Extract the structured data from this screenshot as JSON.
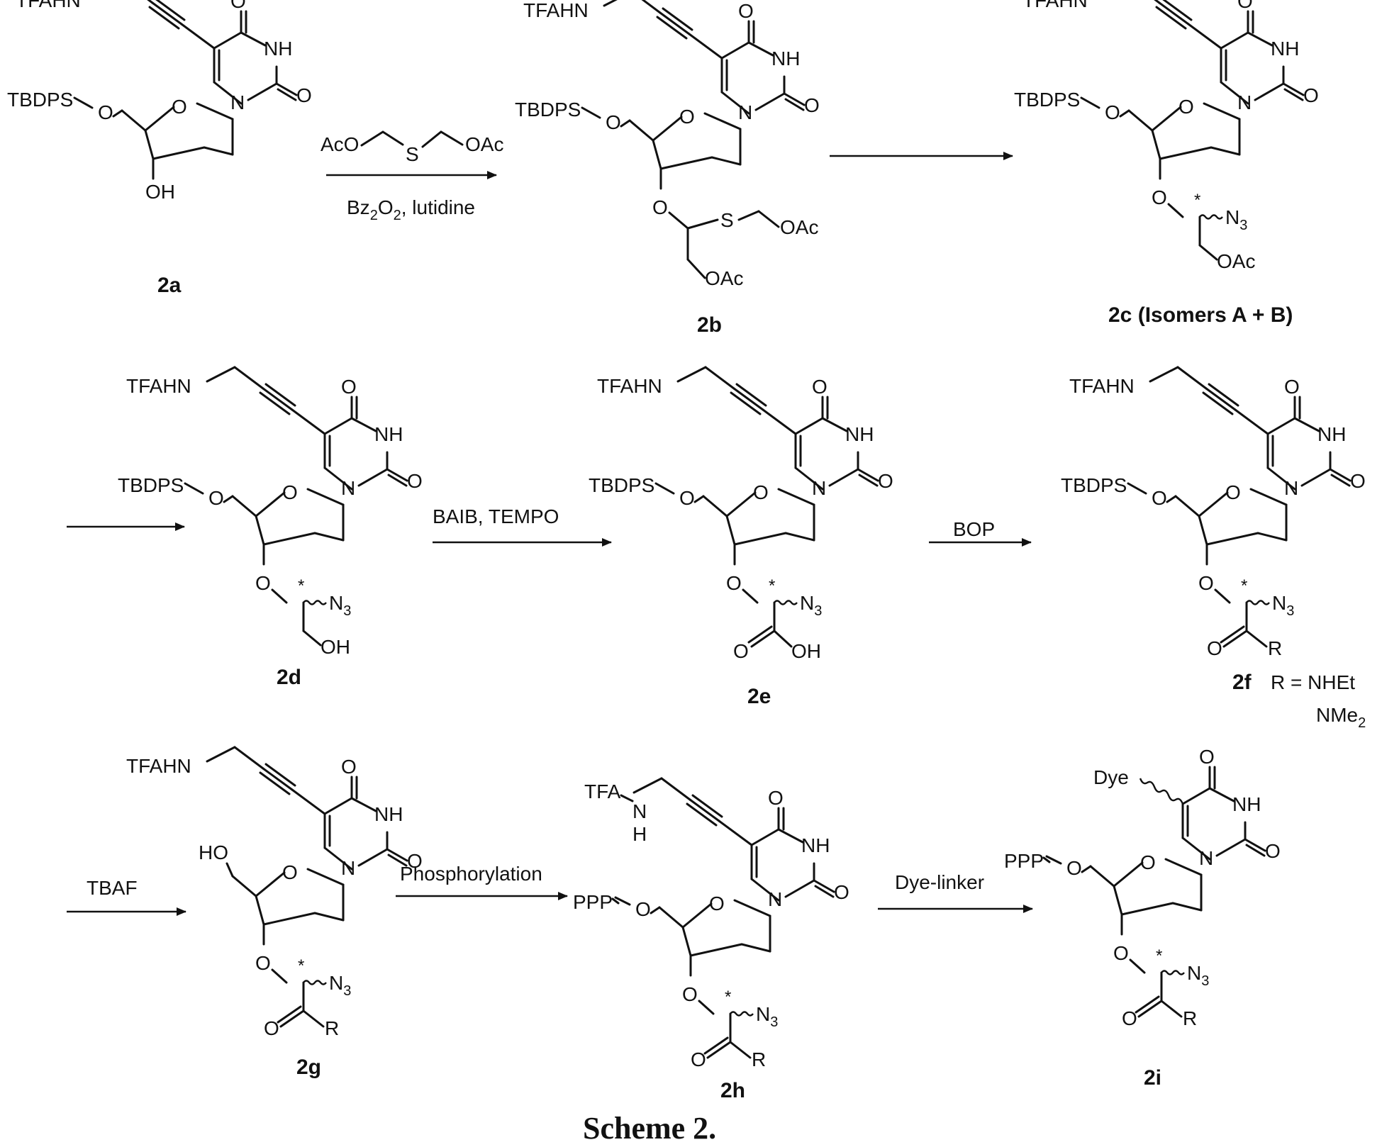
{
  "atoms": {
    "tfahn": "TFAHN",
    "tfa": "TFA",
    "n": "N",
    "h": "H",
    "o": "O",
    "nh": "NH",
    "tbdps": "TBDPS",
    "ppp": "PPP",
    "ho": "HO",
    "oh": "OH",
    "n3": "N",
    "n3_sub": "3",
    "oac": "OAc",
    "aco": "AcO",
    "s": "S",
    "r": "R",
    "star": "*",
    "dye": "Dye"
  },
  "compounds": [
    {
      "id": "2a",
      "label": "2a"
    },
    {
      "id": "2b",
      "label": "2b"
    },
    {
      "id": "2c",
      "label": "2c (Isomers A + B)"
    },
    {
      "id": "2d",
      "label": "2d"
    },
    {
      "id": "2e",
      "label": "2e"
    },
    {
      "id": "2f",
      "label": "2f"
    },
    {
      "id": "2g",
      "label": "2g"
    },
    {
      "id": "2h",
      "label": "2h"
    },
    {
      "id": "2i",
      "label": "2i"
    }
  ],
  "r_definition": {
    "line1": "R = NHEt",
    "line2": "NMe",
    "line2_sub": "2"
  },
  "reagents": {
    "step1_bottom": {
      "a": "Bz",
      "a_sub": "2",
      "b": "O",
      "b_sub": "2",
      "c": ", lutidine"
    },
    "step2": "",
    "step3": "",
    "step4": "BAIB, TEMPO",
    "step5": "BOP",
    "step6": "TBAF",
    "step7": "Phosphorylation",
    "step8": "Dye-linker"
  },
  "caption": "Scheme 2."
}
